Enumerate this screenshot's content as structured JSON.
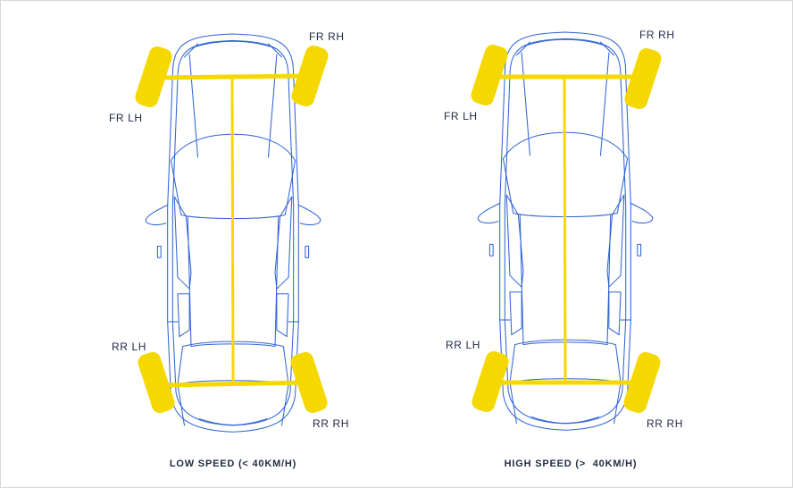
{
  "colors": {
    "outline": "#2f63d6",
    "highlight": "#f5d800",
    "text": "#1f2a44",
    "border": "#d9d9d9"
  },
  "diagrams": [
    {
      "caption": "LOW SPEED (< 40KM/H)",
      "labels": {
        "fr_rh": "FR RH",
        "fr_lh": "FR LH",
        "rr_lh": "RR LH",
        "rr_rh": "RR RH"
      },
      "steering": "opposite-phase"
    },
    {
      "caption": "HIGH SPEED (>  40KM/H)",
      "labels": {
        "fr_rh": "FR RH",
        "fr_lh": "FR LH",
        "rr_lh": "RR LH",
        "rr_rh": "RR RH"
      },
      "steering": "same-phase"
    }
  ]
}
